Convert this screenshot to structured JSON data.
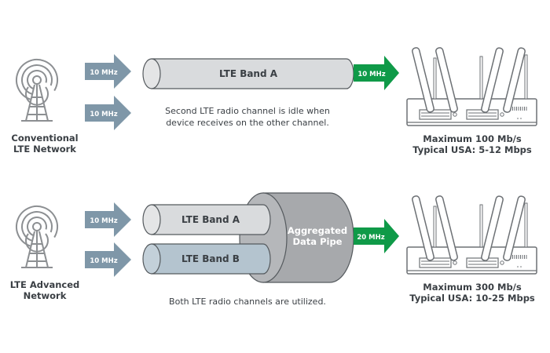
{
  "colors": {
    "arrow_blue": "#7f97a8",
    "arrow_green": "#0f9a48",
    "pipe_light": "#d9dbdd",
    "pipe_blue": "#b4c4cf",
    "pipe_gray": "#a7a9ac",
    "outline": "#555a5e",
    "icon_stroke": "#8c8f92",
    "text_dark": "#3a3f44"
  },
  "conventional": {
    "network_label_line1": "Conventional",
    "network_label_line2": "LTE Network",
    "input_arrows": [
      "10 MHz",
      "10 MHz"
    ],
    "pipe_label": "LTE Band A",
    "output_arrow": "10 MHz",
    "caption_line1": "Second LTE radio channel is idle when",
    "caption_line2": "device receives on the other channel.",
    "speed_line1": "Maximum 100 Mb/s",
    "speed_line2": "Typical USA: 5-12 Mbps"
  },
  "advanced": {
    "network_label_line1": "LTE Advanced",
    "network_label_line2": "Network",
    "input_arrows": [
      "10 MHz",
      "10 MHz"
    ],
    "pipe_a_label": "LTE Band A",
    "pipe_b_label": "LTE Band B",
    "aggregate_label_line1": "Aggregated",
    "aggregate_label_line2": "Data Pipe",
    "output_arrow": "20 MHz",
    "caption": "Both LTE radio channels are utilized.",
    "speed_line1": "Maximum 300 Mb/s",
    "speed_line2": "Typical USA: 10-25 Mbps"
  }
}
